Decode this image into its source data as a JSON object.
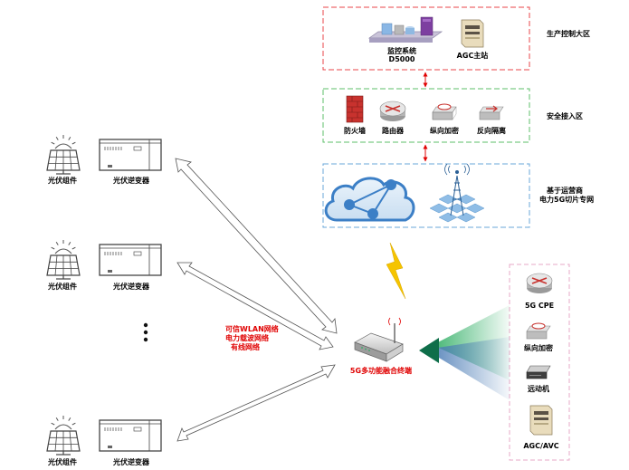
{
  "zones": {
    "production": {
      "label": "生产控制大区",
      "monitor_label_1": "监控系统",
      "monitor_label_2": "D5000",
      "agc_label": "AGC主站"
    },
    "security": {
      "label": "安全接入区",
      "firewall": "防火墙",
      "router": "路由器",
      "encrypt": "纵向加密",
      "isolation": "反向隔离"
    },
    "network": {
      "label_1": "基于运营商",
      "label_2": "电力5G切片专网"
    }
  },
  "plant_rows": [
    {
      "panel": "光伏组件",
      "inverter": "光伏逆变器"
    },
    {
      "panel": "光伏组件",
      "inverter": "光伏逆变器"
    },
    {
      "panel": "光伏组件",
      "inverter": "光伏逆变器"
    }
  ],
  "link_types": {
    "line1": "可信WLAN网络",
    "line2": "电力载波网络",
    "line3": "有线网络"
  },
  "terminal": {
    "label": "5G多功能融合终端"
  },
  "station": {
    "cpe": "5G CPE",
    "encrypt": "纵向加密",
    "telecontrol": "远动机",
    "agc": "AGC/AVC"
  },
  "colors": {
    "red_dash": "#e8464a",
    "green_dash": "#5cbf6a",
    "blue_dash": "#6aa7d8",
    "pink_dash": "#e7a8c7",
    "cloud_blue": "#3c7fc6",
    "green_beam": "#2fae64",
    "blue_beam": "#4a7bb5",
    "bolt": "#f5c400"
  }
}
